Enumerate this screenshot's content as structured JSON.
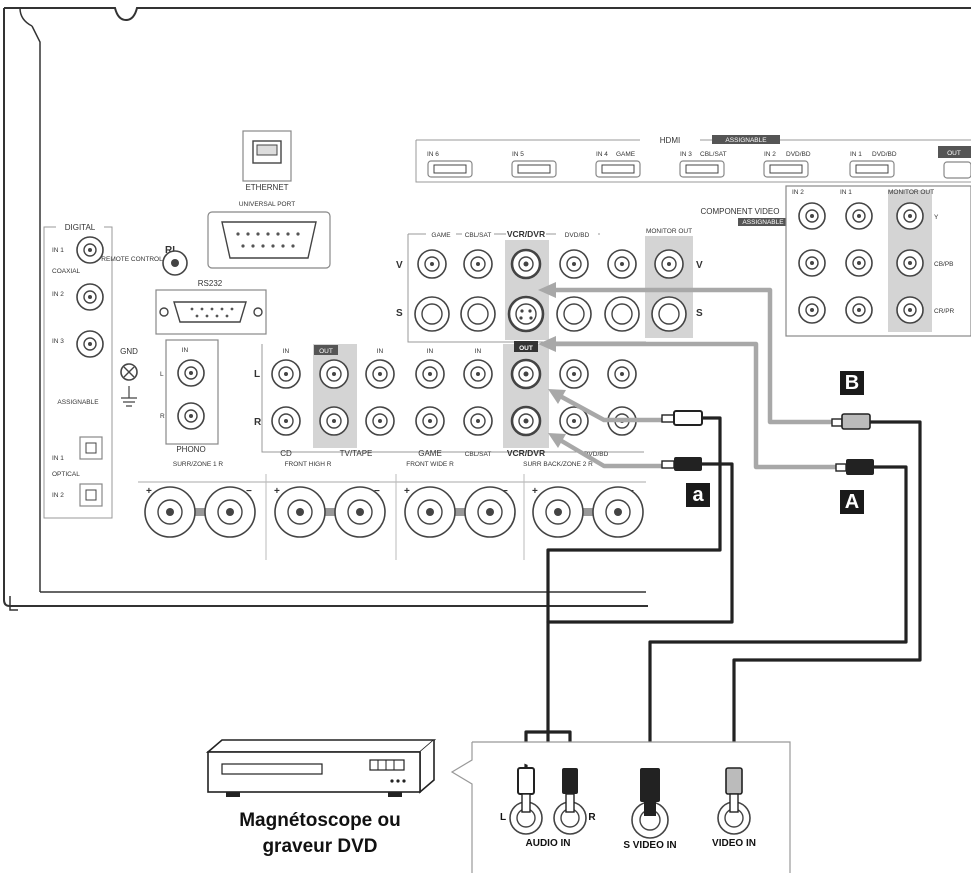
{
  "panel": {
    "hdmi_header": "HDMI",
    "hdmi_assignable": "ASSIGNABLE",
    "hdmi_inputs": [
      {
        "label": "IN 6",
        "sub": ""
      },
      {
        "label": "IN 5",
        "sub": ""
      },
      {
        "label": "IN 4",
        "sub": "GAME"
      },
      {
        "label": "IN 3",
        "sub": "CBL/SAT"
      },
      {
        "label": "IN 2",
        "sub": "DVD/BD"
      },
      {
        "label": "IN 1",
        "sub": "DVD/BD"
      }
    ],
    "hdmi_out": "OUT",
    "ethernet": "ETHERNET",
    "universal_port": "UNIVERSAL PORT",
    "rs232": "RS232",
    "ri": "RI",
    "remote_control": "REMOTE CONTROL",
    "digital": "DIGITAL",
    "coaxial": "COAXIAL",
    "optical": "OPTICAL",
    "assignable": "ASSIGNABLE",
    "digital_inputs": [
      "IN 1",
      "IN 2",
      "IN 3"
    ],
    "optical_inputs": [
      "IN 1",
      "IN 2"
    ],
    "gnd": "GND",
    "phono": "PHONO",
    "component_video": "COMPONENT VIDEO",
    "component_assignable": "ASSIGNABLE",
    "component_in1": "IN 1",
    "component_in2": "IN 2",
    "monitor_out": "MONITOR OUT",
    "component_y": "Y",
    "component_cb": "CB/PB",
    "component_cr": "CR/PR",
    "video_groups": [
      "GAME",
      "CBL/SAT",
      "VCR/DVR",
      "DVD/BD"
    ],
    "video_monitor_out": "MONITOR OUT",
    "row_v": "V",
    "row_s": "S",
    "row_l": "L",
    "row_r": "R",
    "out_tag": "OUT",
    "in_tag": "IN",
    "audio_groups": [
      "CD",
      "TV/TAPE",
      "GAME",
      "CBL/SAT",
      "VCR/DVR",
      "DVD/BD"
    ],
    "speaker_labels": [
      "SURR/ZONE 1 R",
      "FRONT HIGH R",
      "FRONT WIDE R",
      "SURR BACK/ZONE 2 R"
    ]
  },
  "callouts": {
    "a": "a",
    "A": "A",
    "B": "B"
  },
  "device": {
    "caption_line1": "Magnétoscope ou",
    "caption_line2": "graveur DVD"
  },
  "connectors": {
    "audio_l": "L",
    "audio_r": "R",
    "audio_in": "AUDIO IN",
    "svideo_in": "S VIDEO IN",
    "video_in": "VIDEO IN"
  }
}
